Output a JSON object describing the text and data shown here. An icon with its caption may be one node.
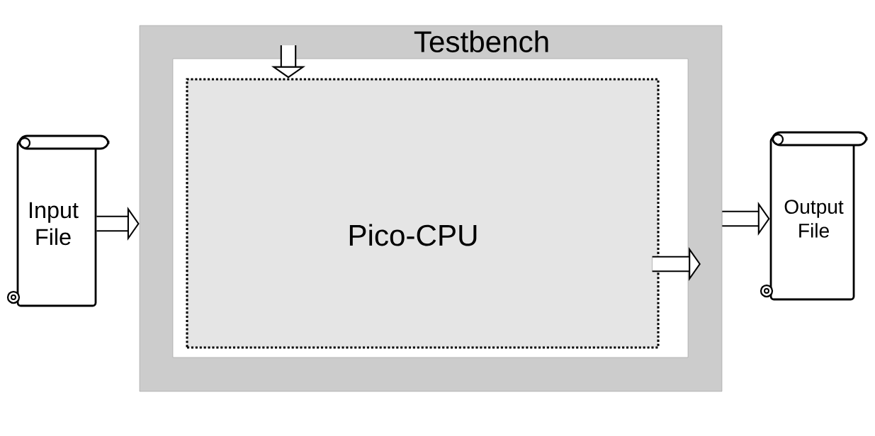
{
  "diagram": {
    "nodes": [
      {
        "text": [
          "Testbench"
        ]
      },
      {
        "text": [],
        "shape": "box",
        "in": 0
      },
      {
        "text": [
          "Pico-CPU"
        ],
        "in": 1
      },
      {
        "text": [
          "Input File"
        ]
      },
      {
        "text": [
          "Output File"
        ]
      }
    ],
    "edges": [
      {
        "from": 3,
        "to": 0,
        "arrow": "to"
      },
      {
        "from": null,
        "to": 2,
        "arrow": "to"
      },
      {
        "from": 2,
        "to": null,
        "arrow": "to"
      },
      {
        "from": 0,
        "to": 4,
        "arrow": "to"
      }
    ]
  }
}
